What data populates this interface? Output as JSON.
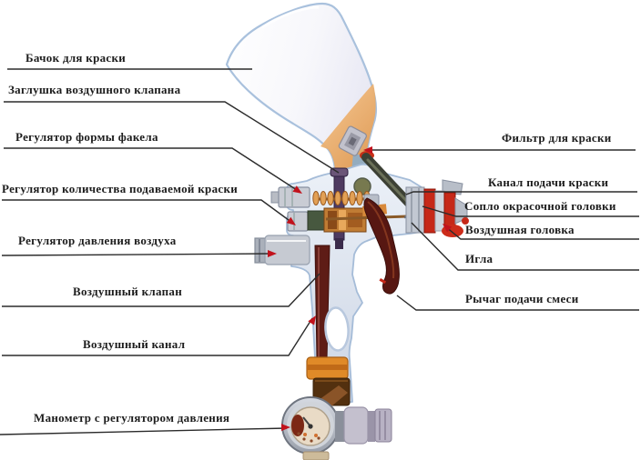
{
  "diagram": {
    "labels_left": [
      {
        "id": "paint-cup",
        "text": "Бачок для краски"
      },
      {
        "id": "air-valve-plug",
        "text": "Заглушка воздушного клапана"
      },
      {
        "id": "fan-shape-regulator",
        "text": "Регулятор формы факела"
      },
      {
        "id": "paint-quantity-regulator",
        "text": "Регулятор количества подаваемой краски"
      },
      {
        "id": "air-pressure-regulator",
        "text": "Регулятор давления воздуха"
      },
      {
        "id": "air-valve",
        "text": "Воздушный клапан"
      },
      {
        "id": "air-channel",
        "text": "Воздушный канал"
      },
      {
        "id": "manometer",
        "text": "Манометр с регулятором давления"
      }
    ],
    "labels_right": [
      {
        "id": "paint-filter",
        "text": "Фильтр для краски"
      },
      {
        "id": "paint-supply-channel",
        "text": "Канал подачи краски"
      },
      {
        "id": "paint-head-nozzle",
        "text": "Сопло окрасочной головки"
      },
      {
        "id": "air-head",
        "text": "Воздушная головка"
      },
      {
        "id": "needle",
        "text": "Игла"
      },
      {
        "id": "mixture-lever",
        "text": "Рычаг подачи смеси"
      }
    ],
    "colors": {
      "background": "#ffffff",
      "text": "#1c1c1c",
      "leader_line": "#2b2b2b",
      "arrow_red": "#c1121c",
      "cup_outline": "#a9c1dd",
      "paint_orange": "#eda35f",
      "body_gray": "#dde4ee",
      "copper": "#c07c34",
      "maroon_channel": "#5e1c16",
      "nozzle_red": "#c62818",
      "handle_band_orange": "#e08a28",
      "green_knob": "#47583f",
      "purple_stem": "#4e3a60"
    }
  }
}
